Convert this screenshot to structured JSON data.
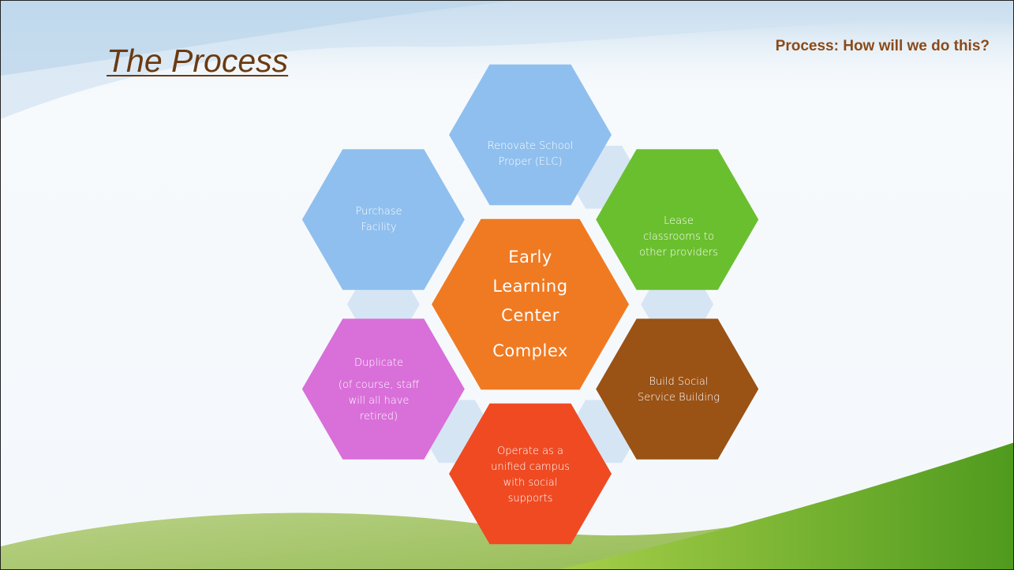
{
  "slide": {
    "title": "The Process",
    "subtitle": "Process: How will we do this?"
  },
  "diagram": {
    "center": {
      "lines": [
        "Early",
        "Learning",
        "Center",
        "Complex"
      ],
      "color": "#f07a22"
    },
    "nodes": [
      {
        "id": "renovate",
        "lines": [
          "Renovate School",
          "Proper (ELC)"
        ],
        "color": "#8fbfee"
      },
      {
        "id": "lease",
        "lines": [
          "Lease",
          "classrooms to",
          "other providers"
        ],
        "color": "#6abf2e"
      },
      {
        "id": "build",
        "lines": [
          "Build Social",
          "Service Building"
        ],
        "color": "#9a5215"
      },
      {
        "id": "operate",
        "lines": [
          "Operate as a",
          "unified campus",
          "with social",
          "supports"
        ],
        "color": "#ef4a22"
      },
      {
        "id": "duplicate",
        "lines": [
          "Duplicate",
          "(of course, staff",
          "will all have",
          "retired)"
        ],
        "color": "#d96fd9"
      },
      {
        "id": "purchase",
        "lines": [
          "Purchase",
          "Facility"
        ],
        "color": "#8fbfee"
      }
    ],
    "connector_color": "#d3e2f3"
  }
}
